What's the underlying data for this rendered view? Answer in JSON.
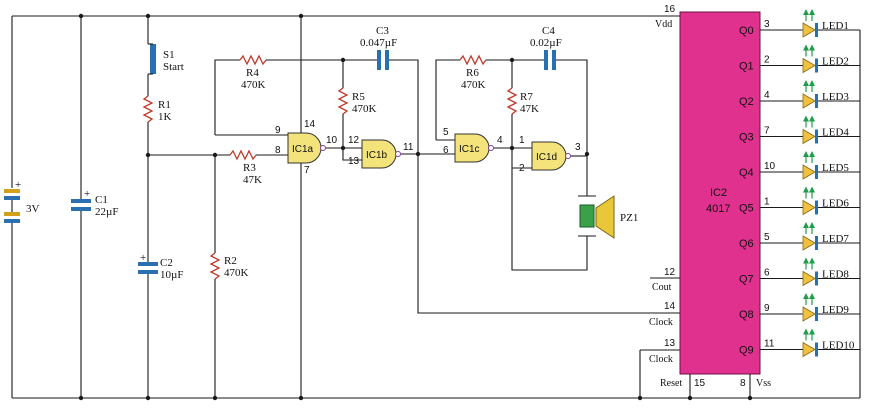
{
  "battery": {
    "label": "3V",
    "polarity": "+"
  },
  "capacitors": {
    "c1": {
      "name": "C1",
      "value": "22µF",
      "polarity": "+"
    },
    "c2": {
      "name": "C2",
      "value": "10µF",
      "polarity": "+"
    },
    "c3": {
      "name": "C3",
      "value": "0.047µF"
    },
    "c4": {
      "name": "C4",
      "value": "0.02µF"
    }
  },
  "switch": {
    "name": "S1",
    "label": "Start"
  },
  "resistors": {
    "r1": {
      "name": "R1",
      "value": "1K"
    },
    "r2": {
      "name": "R2",
      "value": "470K"
    },
    "r3": {
      "name": "R3",
      "value": "47K"
    },
    "r4": {
      "name": "R4",
      "value": "470K"
    },
    "r5": {
      "name": "R5",
      "value": "470K"
    },
    "r6": {
      "name": "R6",
      "value": "470K"
    },
    "r7": {
      "name": "R7",
      "value": "47K"
    }
  },
  "gates": {
    "ic1a": {
      "label": "IC1a",
      "pins": [
        "9",
        "8",
        "10",
        "14",
        "7"
      ]
    },
    "ic1b": {
      "label": "IC1b",
      "pins": [
        "12",
        "13",
        "11"
      ]
    },
    "ic1c": {
      "label": "IC1c",
      "pins": [
        "5",
        "6",
        "4"
      ]
    },
    "ic1d": {
      "label": "IC1d",
      "pins": [
        "1",
        "2",
        "3"
      ]
    }
  },
  "buzzer": {
    "name": "PZ1"
  },
  "ic2": {
    "name": "IC2",
    "part": "4017",
    "vdd": {
      "pin": "16",
      "label": "Vdd"
    },
    "left_pins": [
      {
        "pin": "12",
        "label": "Cout"
      },
      {
        "pin": "14",
        "label": "Clock"
      },
      {
        "pin": "13",
        "label": "Clock"
      }
    ],
    "bottom_pins": [
      {
        "pin": "15",
        "label": "Reset"
      },
      {
        "pin": "8",
        "label": "Vss"
      }
    ],
    "outputs": [
      {
        "q": "Q0",
        "pin": "3",
        "led": "LED1"
      },
      {
        "q": "Q1",
        "pin": "2",
        "led": "LED2"
      },
      {
        "q": "Q2",
        "pin": "4",
        "led": "LED3"
      },
      {
        "q": "Q3",
        "pin": "7",
        "led": "LED4"
      },
      {
        "q": "Q4",
        "pin": "10",
        "led": "LED5"
      },
      {
        "q": "Q5",
        "pin": "1",
        "led": "LED6"
      },
      {
        "q": "Q6",
        "pin": "5",
        "led": "LED7"
      },
      {
        "q": "Q7",
        "pin": "6",
        "led": "LED8"
      },
      {
        "q": "Q8",
        "pin": "9",
        "led": "LED9"
      },
      {
        "q": "Q9",
        "pin": "11",
        "led": "LED10"
      }
    ]
  },
  "colors": {
    "resistor": "#c0392b",
    "gate": "#f3e37a",
    "ic": "#e0318f",
    "led_body": "#f0c040",
    "led_bar": "#2a6fb0",
    "led_arrow": "#1e9e4a",
    "capacitor": "#2a6fb0",
    "buzzer_body": "#3aa04a",
    "buzzer_horn": "#e8c83a"
  }
}
